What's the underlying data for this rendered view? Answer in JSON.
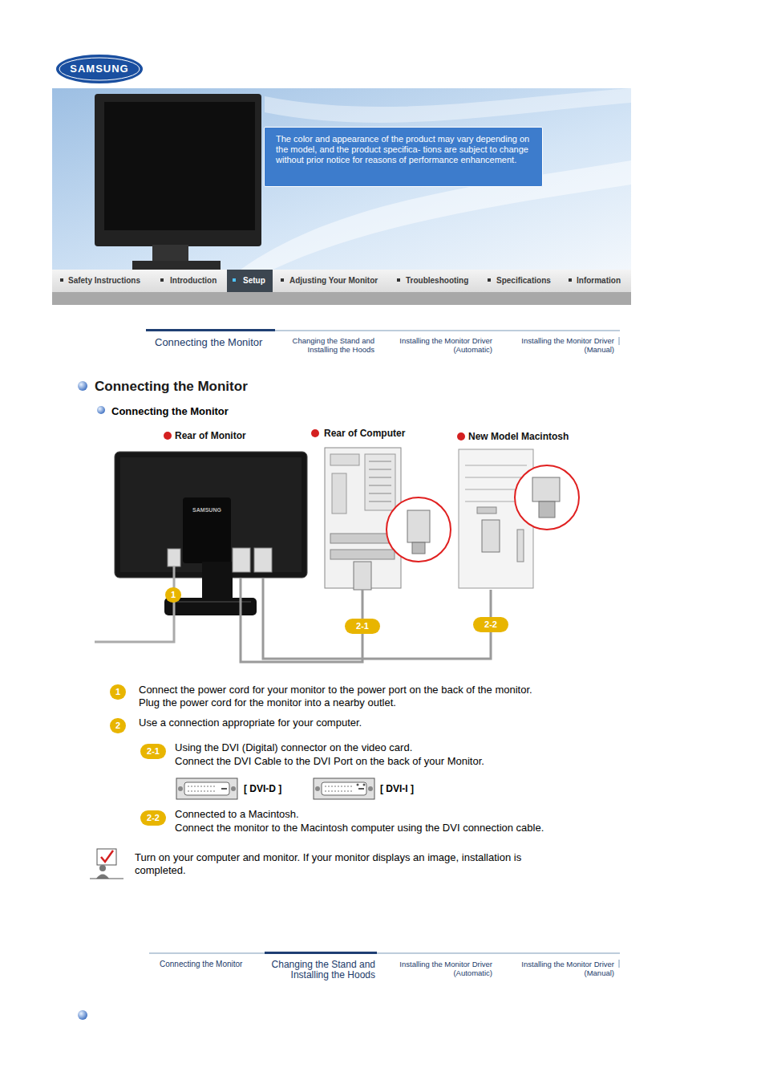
{
  "diagram": {
    "title": "Connecting the Monitor",
    "nodes": [
      {
        "text": [
          "The color and appearance of the product may vary depending on the model, and the product specifica- tions are subject to change without prior notice for reasons of performance enhancement."
        ]
      },
      {
        "text": [
          "Rear of Monitor"
        ]
      },
      {
        "text": [
          "Rear of Computer"
        ]
      },
      {
        "text": [
          "New Model Macintosh"
        ]
      }
    ],
    "edges": [
      {
        "from": 1,
        "to": 2,
        "arrow": "none",
        "label": "2-1"
      },
      {
        "from": 1,
        "to": 3,
        "arrow": "none",
        "label": "2-2"
      }
    ],
    "labels": [
      "SAMSUNG",
      "Safety Instructions",
      "Introduction",
      "Setup",
      "Adjusting Your Monitor",
      "Troubleshooting",
      "Specifications",
      "Information",
      "Connecting the Monitor",
      "Changing the Stand and Installing the Hoods",
      "Installing the Monitor Driver (Automatic)",
      "Installing the Monitor Driver (Manual)",
      "Connecting the Monitor",
      "SAMSUNG",
      "1",
      "1",
      "Connect the power cord for your monitor to the power port on the back of the monitor.",
      "Plug the power cord for the monitor into a nearby outlet.",
      "2",
      "Use a connection appropriate for your computer.",
      "2-1",
      "Using the DVI (Digital) connector on the video card.",
      "Connect the DVI Cable to the DVI Port on the back of your Monitor.",
      "[ DVI-D ]",
      "[ DVI-I ]",
      "2-2",
      "Connected to a Macintosh.",
      "Connect the monitor to the Macintosh computer using the DVI connection cable.",
      "Turn on your computer and monitor. If your monitor displays an image, installation is completed.",
      "Connecting the Monitor",
      "Changing the Stand and Installing the Hoods",
      "Installing the Monitor Driver (Automatic)",
      "Installing the Monitor Driver (Manual)"
    ]
  }
}
